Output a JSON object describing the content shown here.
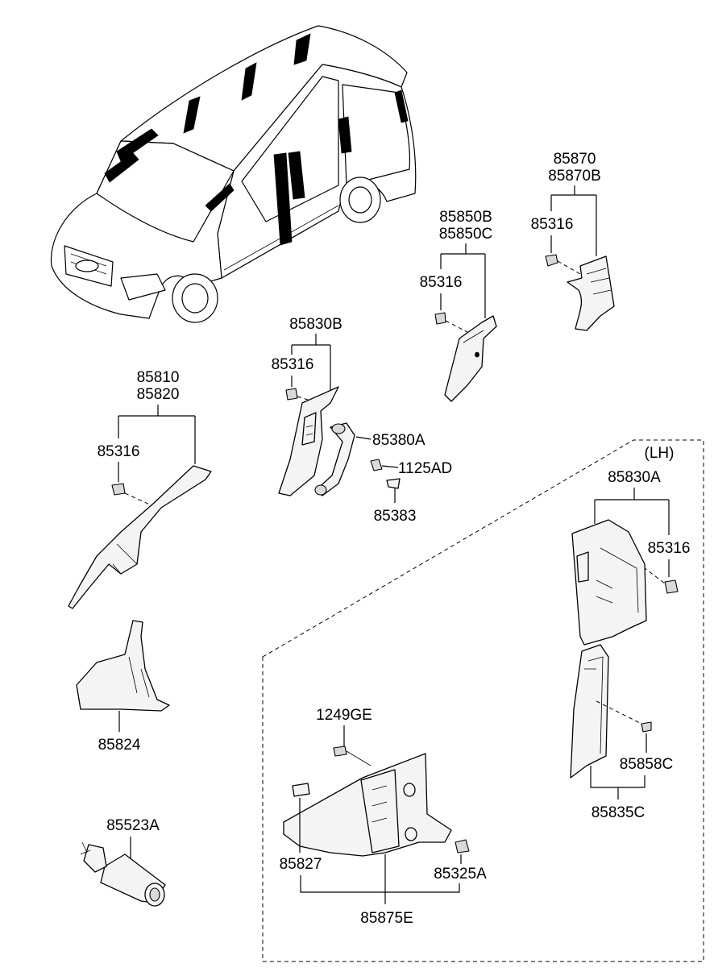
{
  "diagram": {
    "group_label": "(LH)",
    "parts": {
      "p85870": "85870",
      "p85870B": "85870B",
      "p85850B": "85850B",
      "p85850C": "85850C",
      "p85316_a": "85316",
      "p85316_b": "85316",
      "p85316_c": "85316",
      "p85316_d": "85316",
      "p85316_e": "85316",
      "p85830B": "85830B",
      "p85810": "85810",
      "p85820": "85820",
      "p85380A": "85380A",
      "p1125AD": "1125AD",
      "p85383": "85383",
      "p85830A": "85830A",
      "p85824": "85824",
      "p1249GE": "1249GE",
      "p85858C": "85858C",
      "p85835C": "85835C",
      "p85523A": "85523A",
      "p85827": "85827",
      "p85325A": "85325A",
      "p85875E": "85875E"
    }
  }
}
